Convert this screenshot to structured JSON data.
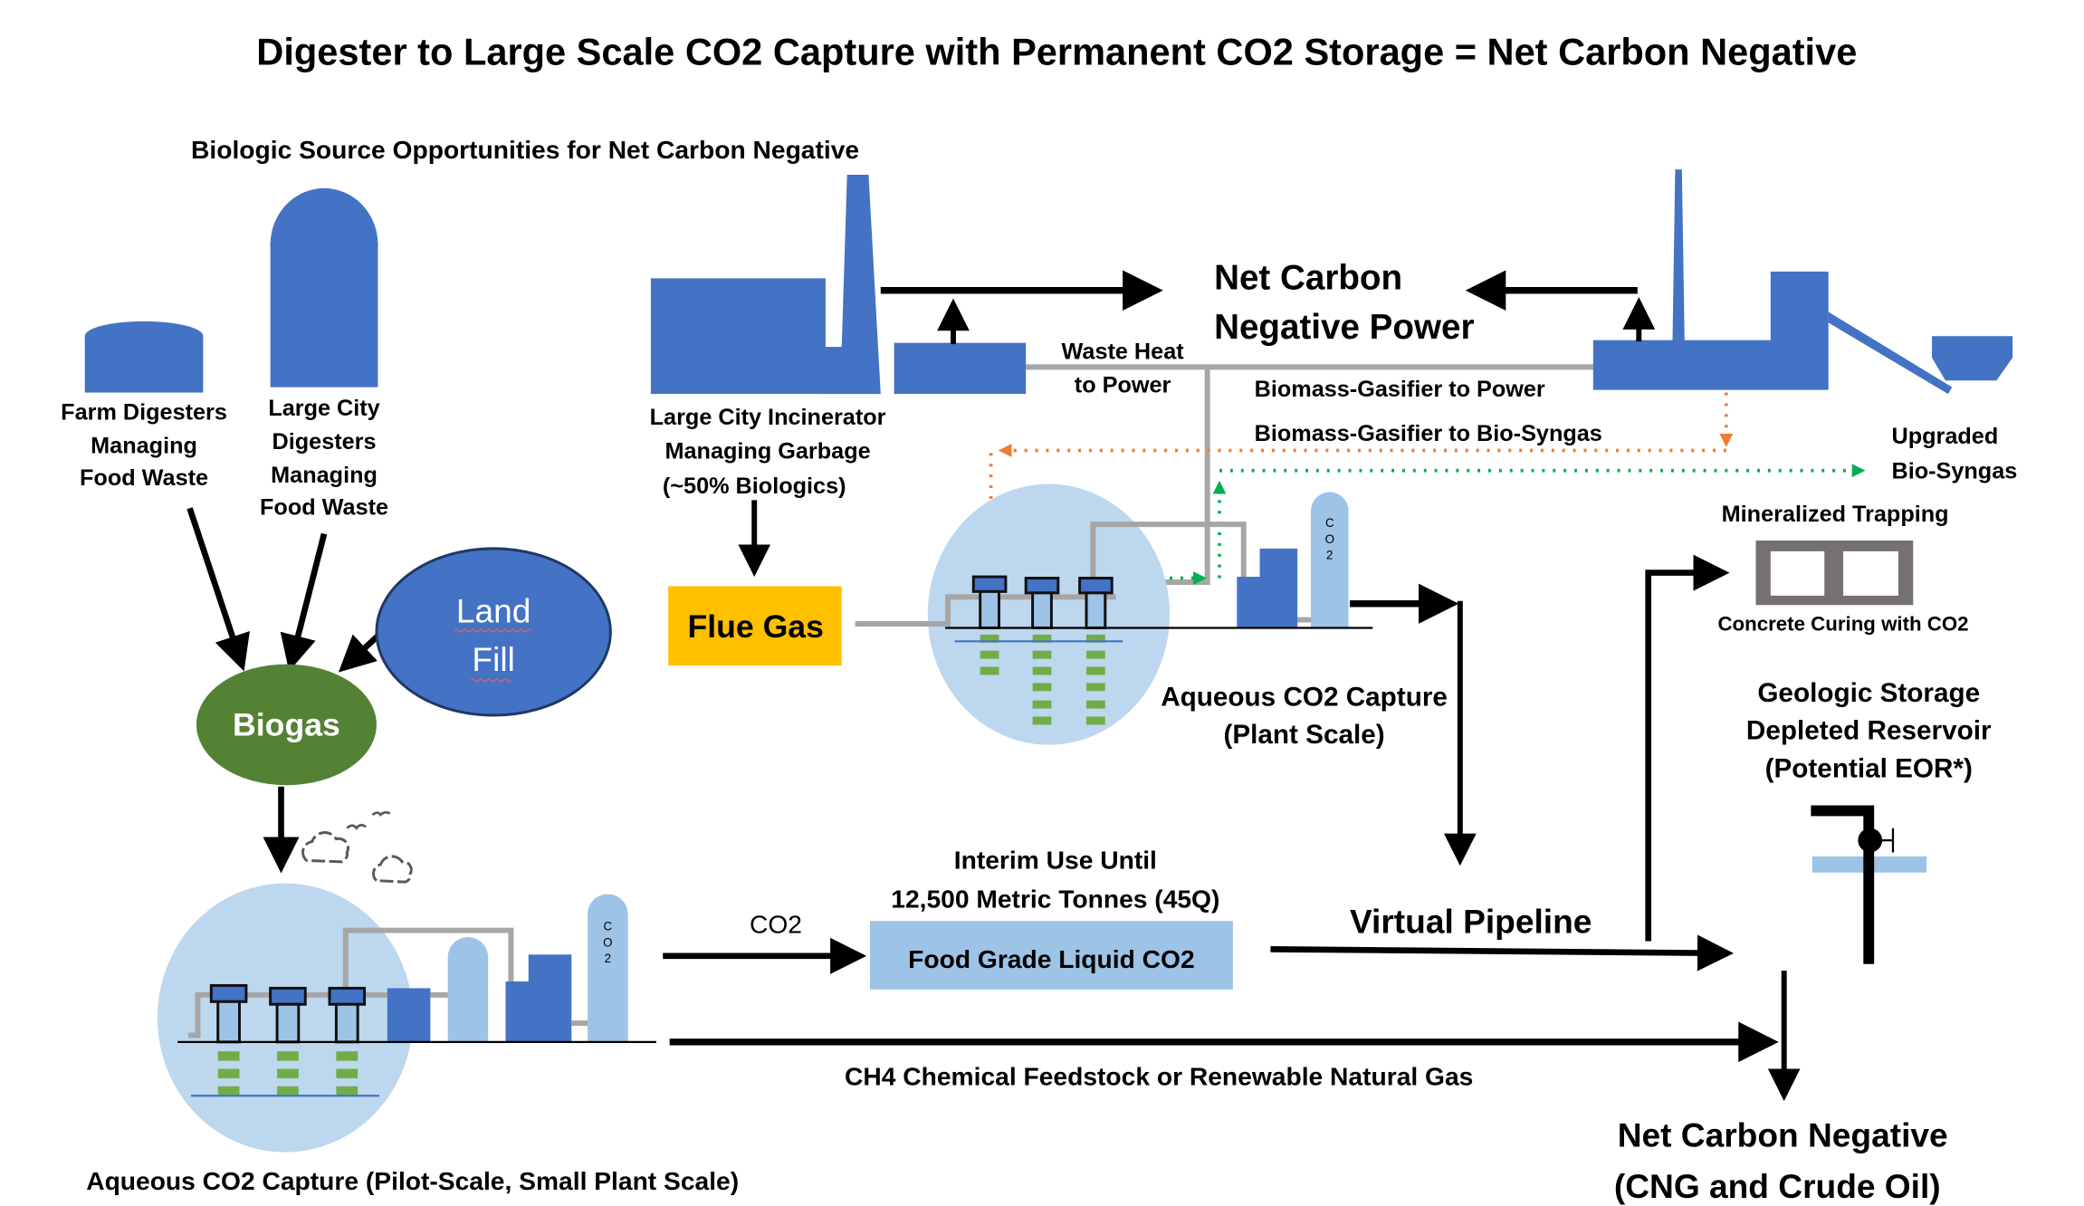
{
  "title": "Digester to Large Scale CO2 Capture with Permanent CO2 Storage = Net Carbon Negative",
  "colors": {
    "equipment_blue": "#4472c4",
    "light_blue": "#9dc3e6",
    "capture_circle": "#bdd7ee",
    "biogas_green": "#548235",
    "flue_gas_yellow": "#ffc000",
    "orange_flow": "#ed7d31",
    "green_flow": "#00b050",
    "pipe_gray": "#a6a6a6",
    "concrete_gray": "#767171",
    "media_green": "#70ad47"
  },
  "sources": {
    "heading": "Biologic Source Opportunities for Net Carbon Negative",
    "farm_digesters": [
      "Farm Digesters",
      "Managing",
      "Food Waste"
    ],
    "city_digesters": [
      "Large City",
      "Digesters",
      "Managing",
      "Food Waste"
    ],
    "landfill": [
      "Land",
      "Fill"
    ],
    "biogas": "Biogas"
  },
  "incinerator": {
    "label": [
      "Large City Incinerator",
      "Managing Garbage",
      "(~50% Biologics)"
    ],
    "flue_gas": "Flue Gas",
    "waste_heat": [
      "Waste Heat",
      "to Power"
    ]
  },
  "power": {
    "label": [
      "Net Carbon",
      "Negative Power"
    ],
    "gasifier_to_power": "Biomass-Gasifier to Power",
    "gasifier_to_syngas": "Biomass-Gasifier to Bio-Syngas",
    "upgraded_syngas": [
      "Upgraded",
      "Bio-Syngas"
    ]
  },
  "plant_capture": {
    "label": [
      "Aqueous CO2 Capture",
      "(Plant Scale)"
    ],
    "tank_label": [
      "C",
      "O",
      "2"
    ]
  },
  "pilot_capture": {
    "label": "Aqueous CO2 Capture (Pilot-Scale, Small Plant Scale)",
    "tank_label": [
      "C",
      "O",
      "2"
    ]
  },
  "food_grade": {
    "co2_arrow_label": "CO2",
    "interim": [
      "Interim Use Until",
      "12,500 Metric Tonnes (45Q)"
    ],
    "box_label": "Food Grade Liquid CO2"
  },
  "virtual_pipeline": "Virtual Pipeline",
  "ch4_label": "CH4 Chemical Feedstock or Renewable Natural Gas",
  "mineralized": {
    "heading": "Mineralized Trapping",
    "caption": "Concrete Curing with CO2"
  },
  "geologic": [
    "Geologic Storage",
    "Depleted Reservoir",
    "(Potential EOR*)"
  ],
  "outcome": [
    "Net Carbon Negative",
    "(CNG and Crude Oil)"
  ]
}
